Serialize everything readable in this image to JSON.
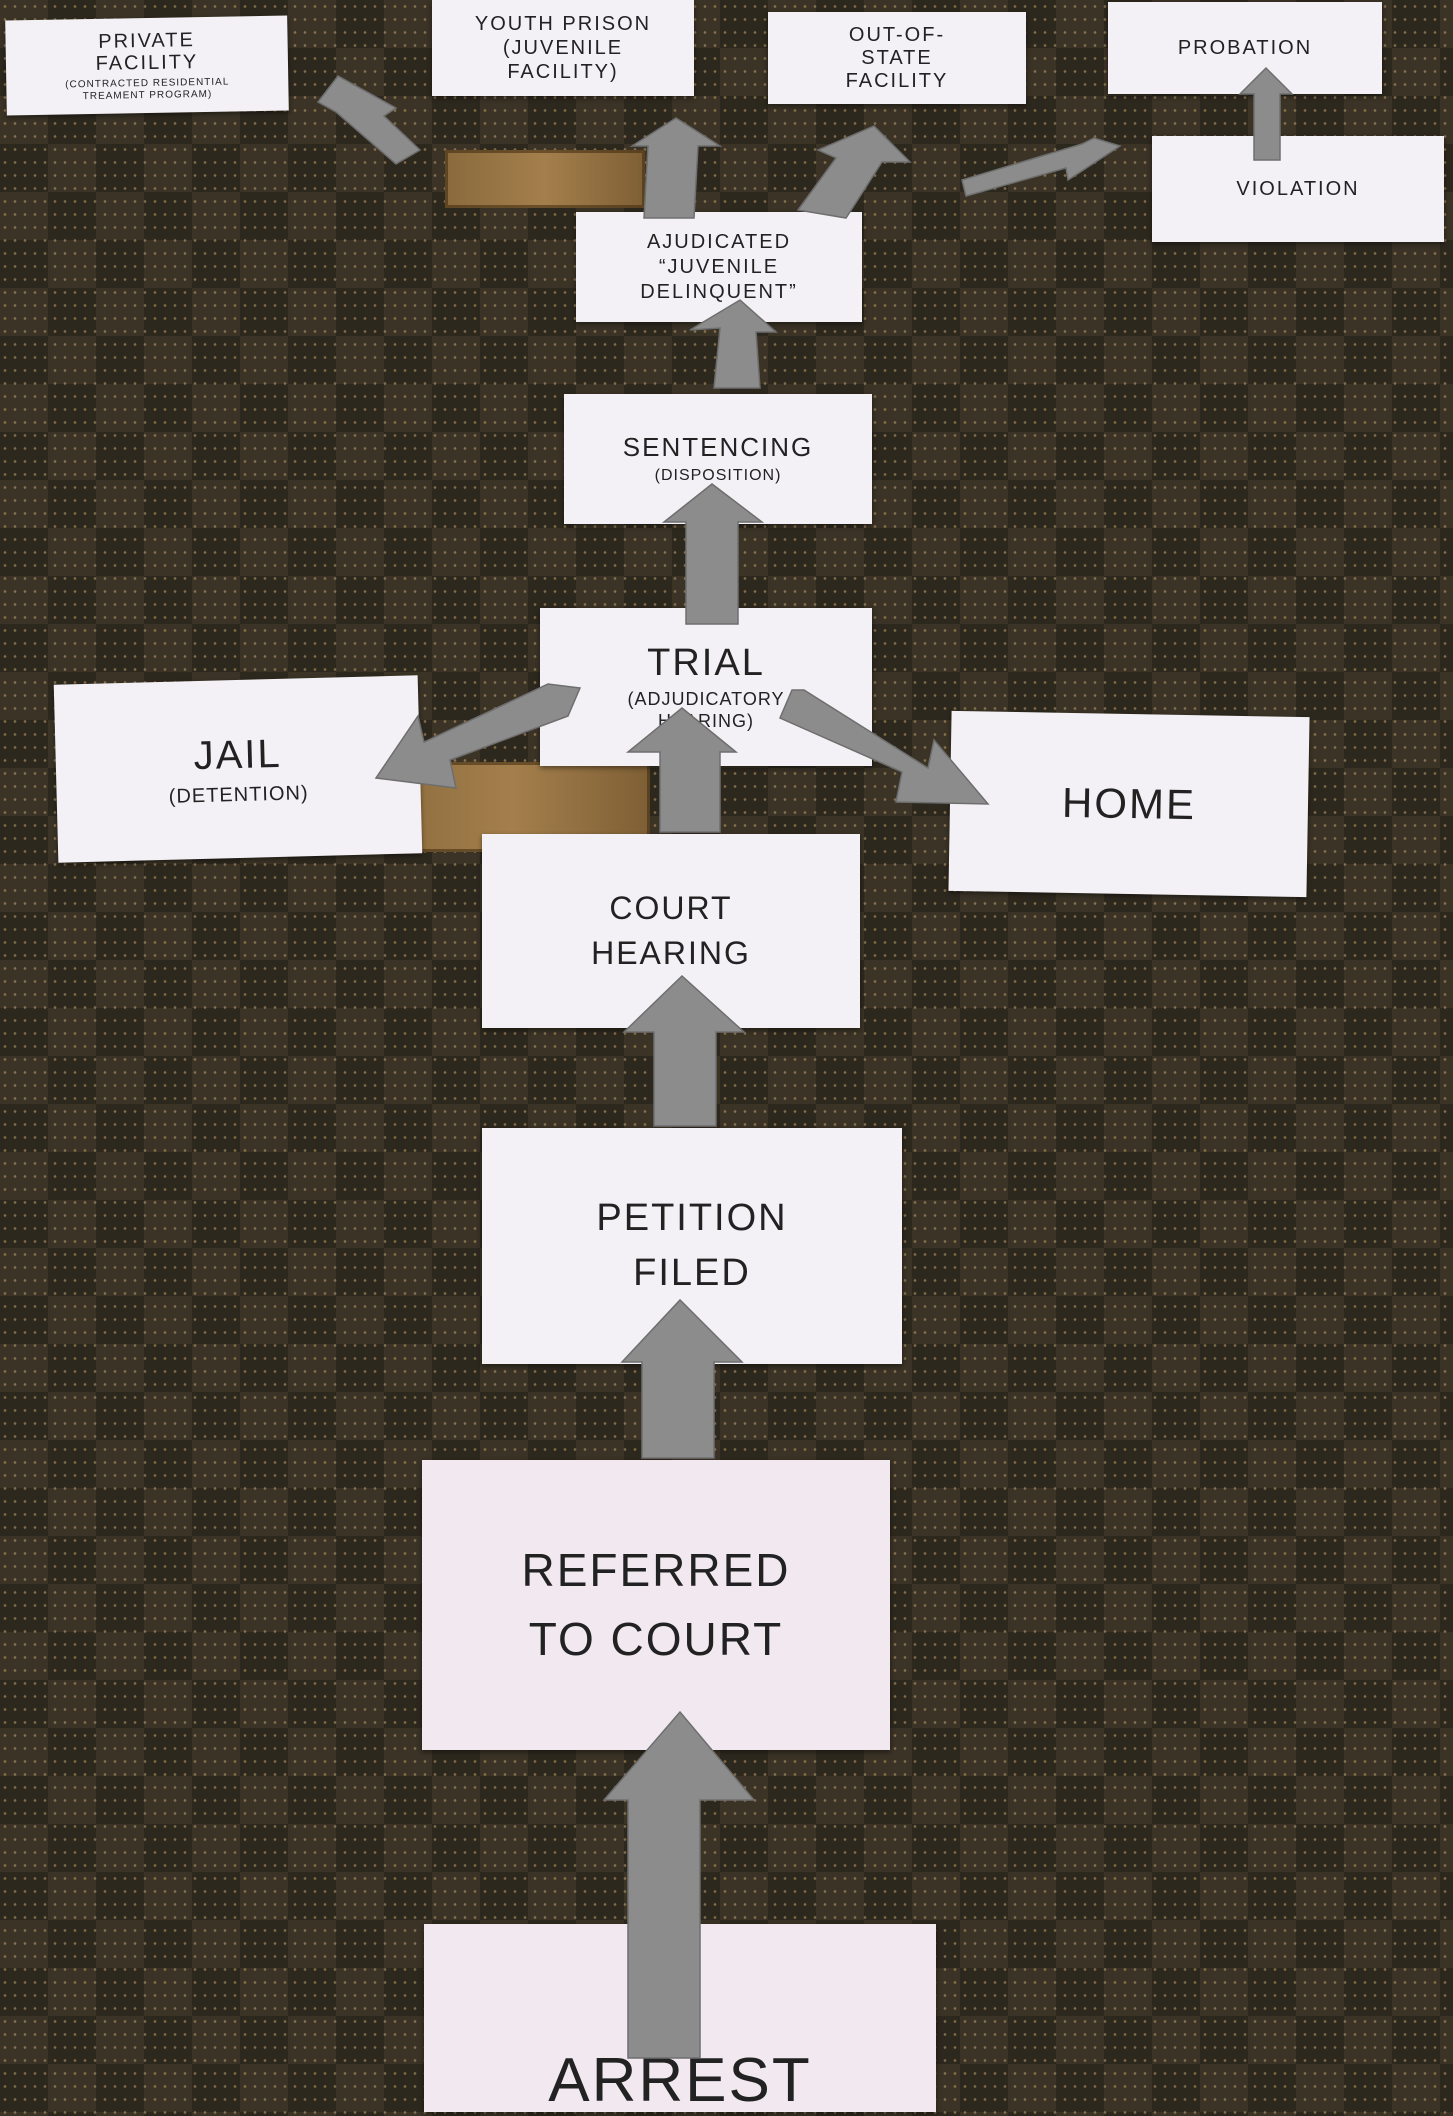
{
  "cards": {
    "private_facility": {
      "title": "PRIVATE FACILITY",
      "subtitle": "(CONTRACTED RESIDENTIAL TREAMENT PROGRAM)"
    },
    "youth_prison": {
      "title": "YOUTH PRISON (JUVENILE FACILITY)"
    },
    "out_of_state": {
      "title": "OUT-OF-STATE FACILITY"
    },
    "probation": {
      "title": "PROBATION"
    },
    "violation": {
      "title": "VIOLATION"
    },
    "adjudicated": {
      "title": "AJUDICATED “JUVENILE DELINQUENT”"
    },
    "sentencing": {
      "title": "SENTENCING",
      "subtitle": "(DISPOSITION)"
    },
    "trial": {
      "title": "TRIAL",
      "subtitle": "(ADJUDICATORY HEARING)"
    },
    "jail": {
      "title": "JAIL",
      "subtitle": "(DETENTION)"
    },
    "home": {
      "title": "HOME"
    },
    "court_hearing": {
      "title": "COURT HEARING"
    },
    "petition_filed": {
      "title": "PETITION FILED"
    },
    "referred_to_court": {
      "title": "REFERRED TO COURT"
    },
    "arrest": {
      "title": "ARREST"
    }
  },
  "colors": {
    "carpet": "#3a3326",
    "paper": "#f3f1f5",
    "arrow": "#8c8c8c",
    "wood": "#a47f4c"
  }
}
